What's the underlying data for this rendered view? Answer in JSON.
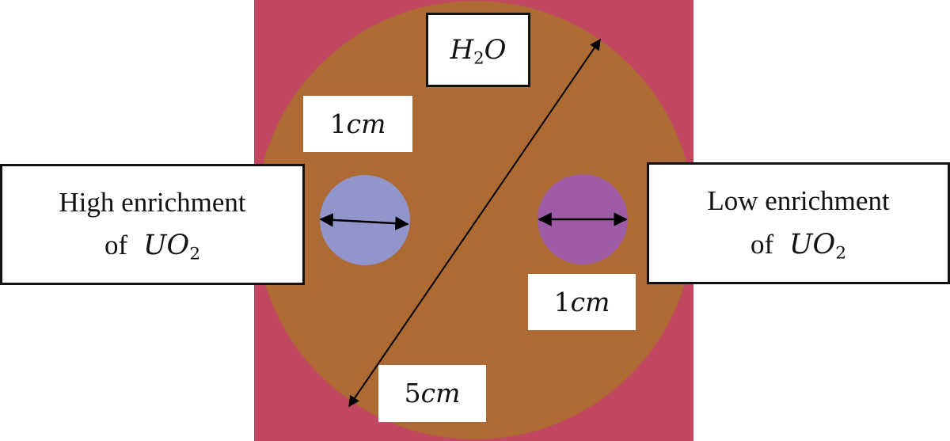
{
  "colors": {
    "outer_square": "#c24862",
    "moderator_disc": "#ad6a32",
    "high_enrichment_pin": "#9294cc",
    "low_enrichment_pin": "#9d5aa5",
    "arrows": "#000000",
    "box_border": "#111111"
  },
  "moderator_label": {
    "symbol": "H",
    "subscript": "2",
    "symbol_tail": "O"
  },
  "left_fuel": {
    "line1": "High enrichment",
    "line2_prefix": "of",
    "symbol": "UO",
    "subscript": "2"
  },
  "right_fuel": {
    "line1": "Low enrichment",
    "line2_prefix": "of",
    "symbol": "UO",
    "subscript": "2"
  },
  "dimensions": {
    "left_pin_number": "1",
    "left_pin_unit": "cm",
    "right_pin_number": "1",
    "right_pin_unit": "cm",
    "disc_number": "5",
    "disc_unit": "cm"
  }
}
